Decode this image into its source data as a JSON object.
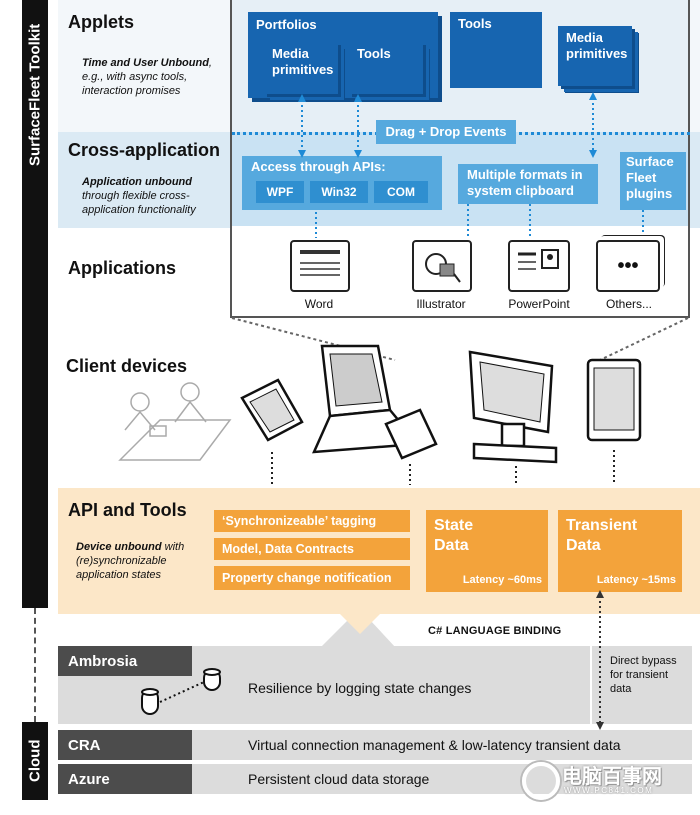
{
  "sidebar": {
    "toolkit_label": "SurfaceFleet Toolkit",
    "cloud_label": "Cloud"
  },
  "layers": {
    "applets": {
      "title": "Applets",
      "subtitle_bold": "Time and User Unbound",
      "subtitle_rest": ", e.g., with async tools, interaction promises"
    },
    "cross_app": {
      "title": "Cross-application",
      "subtitle_bold": "Application unbound",
      "subtitle_rest": " through flexible cross-application functionality"
    },
    "applications": {
      "title": "Applications"
    },
    "client_devices": {
      "title": "Client devices"
    },
    "api_tools": {
      "title": "API and Tools",
      "subtitle_bold": "Device unbound",
      "subtitle_rest": " with (re)synchronizable application states"
    }
  },
  "applets_panel": {
    "portfolios": "Portfolios",
    "media_primitives_1": "Media primitives",
    "tools_1": "Tools",
    "tools_2": "Tools",
    "media_primitives_2": "Media primitives",
    "drag_drop": "Drag + Drop Events",
    "access_apis": "Access through APIs:",
    "api_items": [
      "WPF",
      "Win32",
      "COM"
    ],
    "clipboard": "Multiple formats in system clipboard",
    "plugins": "Surface Fleet plugins",
    "apps": [
      "Word",
      "Illustrator",
      "PowerPoint",
      "Others..."
    ]
  },
  "api_panel": {
    "items": [
      "‘Synchronizeable’ tagging",
      "Model, Data Contracts",
      "Property change notification"
    ],
    "state_data": {
      "title": "State Data",
      "latency": "Latency ~60ms"
    },
    "transient_data": {
      "title": "Transient Data",
      "latency": "Latency ~15ms"
    },
    "binding": "C# LANGUAGE BINDING",
    "bypass": "Direct bypass for transient data"
  },
  "cloud": {
    "ambrosia": {
      "name": "Ambrosia",
      "desc": "Resilience by logging state changes"
    },
    "cra": {
      "name": "CRA",
      "desc": "Virtual connection management & low-latency transient data"
    },
    "azure": {
      "name": "Azure",
      "desc": "Persistent cloud data storage"
    }
  },
  "watermark": {
    "text": "电脑百事网",
    "url": "WWW.PC841.COM"
  },
  "colors": {
    "dark_blue": "#1765b0",
    "light_blue": "#56a9de",
    "blue_band": "#dbeaf4",
    "orange": "#f3a33b",
    "orange_band": "#fce7c8",
    "gray_band": "#dcdcdc",
    "dark_gray": "#4c4c4c"
  }
}
